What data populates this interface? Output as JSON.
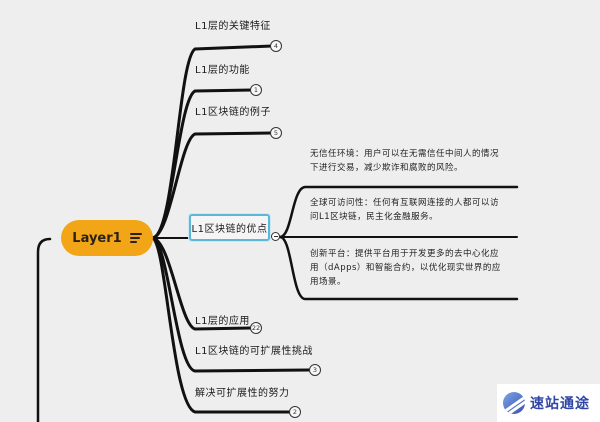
{
  "root": {
    "label": "Layer1",
    "menu_icon": "notes-lines-icon",
    "color": "#f2a516"
  },
  "topics": [
    {
      "label": "L1层的关键特征",
      "badge": "4"
    },
    {
      "label": "L1层的功能",
      "badge": "1"
    },
    {
      "label": "L1区块链的例子",
      "badge": "5"
    },
    {
      "label": "L1区块链的优点",
      "badge": null,
      "selected": true,
      "expanded": true
    },
    {
      "label": "L1层的应用",
      "badge": "22"
    },
    {
      "label": "L1区块链的可扩展性挑战",
      "badge": "3"
    },
    {
      "label": "解决可扩展性的努力",
      "badge": "2"
    }
  ],
  "advantages": [
    {
      "line1": "无信任环境：用户可以在无需信任中间人的情况",
      "line2": "下进行交易，减少欺诈和腐败的风险。",
      "line3": ""
    },
    {
      "line1": "全球可访问性：任何有互联网连接的人都可以访",
      "line2": "问L1区块链，民主化金融服务。",
      "line3": ""
    },
    {
      "line1": "创新平台：提供平台用于开发更多的去中心化应",
      "line2": "用（dApps）和智能合约，以优化现实世界的应",
      "line3": "用场景。"
    }
  ],
  "selection_color": "#5cb8d6",
  "watermark": {
    "text": "速站通途",
    "color": "#3046a6"
  }
}
